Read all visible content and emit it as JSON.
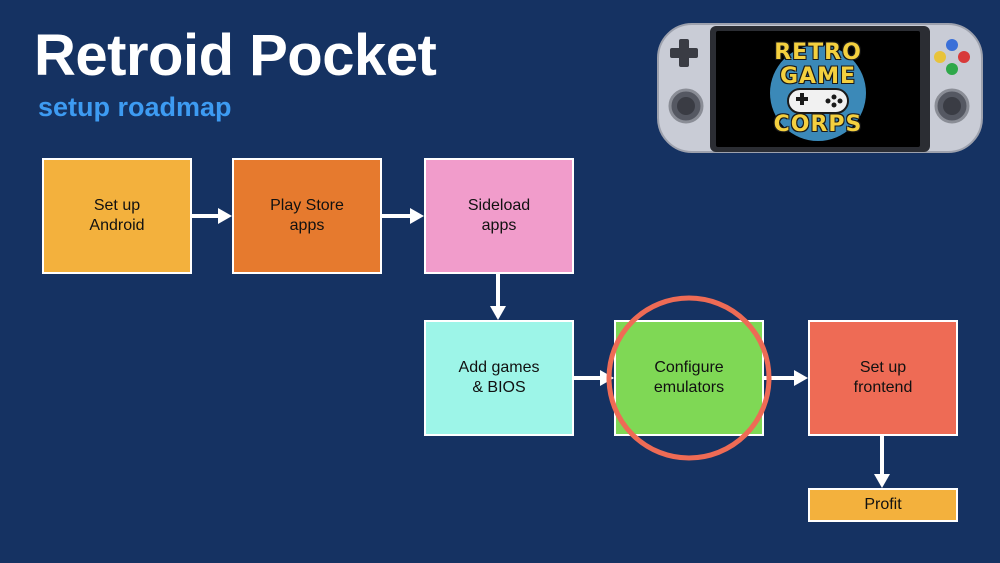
{
  "header": {
    "title": "Retroid Pocket",
    "subtitle": "setup roadmap"
  },
  "logo": {
    "line1": "RETRO",
    "line2": "GAME",
    "line3": "CORPS"
  },
  "nodes": [
    {
      "id": "setup-android",
      "label": "Set up\nAndroid",
      "color": "#f3b13d"
    },
    {
      "id": "play-store-apps",
      "label": "Play Store\napps",
      "color": "#e67a2e"
    },
    {
      "id": "sideload-apps",
      "label": "Sideload\napps",
      "color": "#f19ccb"
    },
    {
      "id": "add-games-bios",
      "label": "Add games\n& BIOS",
      "color": "#9df5e8"
    },
    {
      "id": "configure-emulators",
      "label": "Configure\nemulators",
      "color": "#7fd855"
    },
    {
      "id": "setup-frontend",
      "label": "Set up\nfrontend",
      "color": "#ee6b55"
    },
    {
      "id": "profit",
      "label": "Profit",
      "color": "#f3b13d"
    }
  ],
  "edges": [
    {
      "from": "setup-android",
      "to": "play-store-apps"
    },
    {
      "from": "play-store-apps",
      "to": "sideload-apps"
    },
    {
      "from": "sideload-apps",
      "to": "add-games-bios"
    },
    {
      "from": "add-games-bios",
      "to": "configure-emulators"
    },
    {
      "from": "configure-emulators",
      "to": "setup-frontend"
    },
    {
      "from": "setup-frontend",
      "to": "profit"
    }
  ],
  "highlight": {
    "node": "configure-emulators",
    "color": "#ee6b55"
  },
  "device": {
    "body_color": "#c9ccd6",
    "button_colors": [
      "#3a6fd8",
      "#e8c33a",
      "#2ea84a",
      "#d83a3a"
    ]
  }
}
